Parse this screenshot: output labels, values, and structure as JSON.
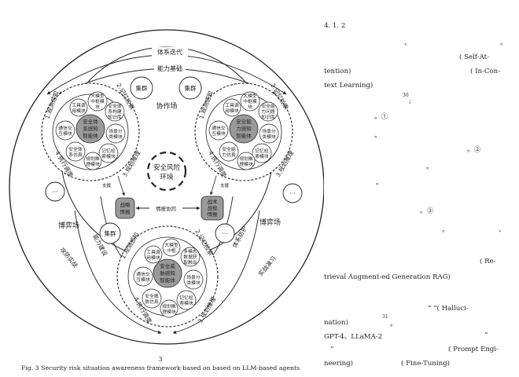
{
  "diagram": {
    "outer_top_label": "体系迭代",
    "capability_label": "能力基础",
    "left_cluster": {
      "ring": [
        "1.观测感知",
        "2.记忆检索",
        "3.规划推理",
        "4.执行调度"
      ],
      "center": "安全体系感知智能体",
      "modules": [
        "工具调用模块",
        "大模型中枢模块",
        "安全体系构建知识库",
        "通信交互模块",
        "场景分类模块",
        "安全体系仿真体",
        "记忆检索模块",
        "规划推理模块"
      ]
    },
    "right_cluster": {
      "ring": [
        "1.观测感知",
        "2.记忆检索",
        "3.规划推理",
        "4.执行调度"
      ],
      "center": "安全能力感知智能体",
      "modules": [
        "工具调用模块",
        "大模型中枢模块",
        "安全能力问题知识库",
        "通信交互模块",
        "场景分类模块",
        "安全能力仿真体",
        "记忆检索模块",
        "规划推理模块"
      ]
    },
    "bottom_cluster": {
      "ring": [
        "1.观测感知",
        "2.记忆检索",
        "3.规划推理",
        "4.执行调度"
      ],
      "center": "安全威胁感知智能体",
      "modules": [
        "工具调用模块",
        "大模型中枢",
        "多模态数据获取融合",
        "通信交互模块",
        "场景分类模块",
        "安全威胁仿真体",
        "记忆检索模块",
        "规划推理模块"
      ]
    },
    "cooperation_field": "协作场",
    "game_field_left": "博弈场",
    "game_field_right": "博弈场",
    "cluster_tl": "集群",
    "cluster_tr": "集群",
    "cluster_bottom": "集群",
    "ellipsis": "···",
    "center_env": [
      "安全风险",
      "环境"
    ],
    "strategy_box": [
      "战略",
      "情报"
    ],
    "tactic_box": [
      "战术",
      "战役",
      "情报"
    ],
    "intel_coord": "情报协同",
    "zhiyuan": "支援",
    "left_diag": "能力建设",
    "right_diag": "体系防护",
    "bottom_left_outer": "攻防实战",
    "bottom_right_outer": "实战演习"
  },
  "caption": {
    "figure_number": "3",
    "text": "Fig. 3   Security risk situation awareness framework based on based on LLM-based agents"
  },
  "right_column": {
    "lines": [
      "4. 1. 2",
      "、",
      "。",
      "( Self-At-",
      "tention)",
      "( In-Con-",
      "text Learning)",
      "30",
      ";",
      "。①",
      "。",
      "。②",
      "。",
      "。",
      "。③",
      "。",
      "、",
      "( Re-",
      "trieval Augment-ed Generation    RAG)",
      "“          ”( Halluci-",
      "nation)",
      "31",
      "。",
      "GPT-4、LLaMA-2",
      "“",
      "”",
      "( Prompt Engi-",
      "neering)",
      "( Fine-Tuning)"
    ]
  }
}
